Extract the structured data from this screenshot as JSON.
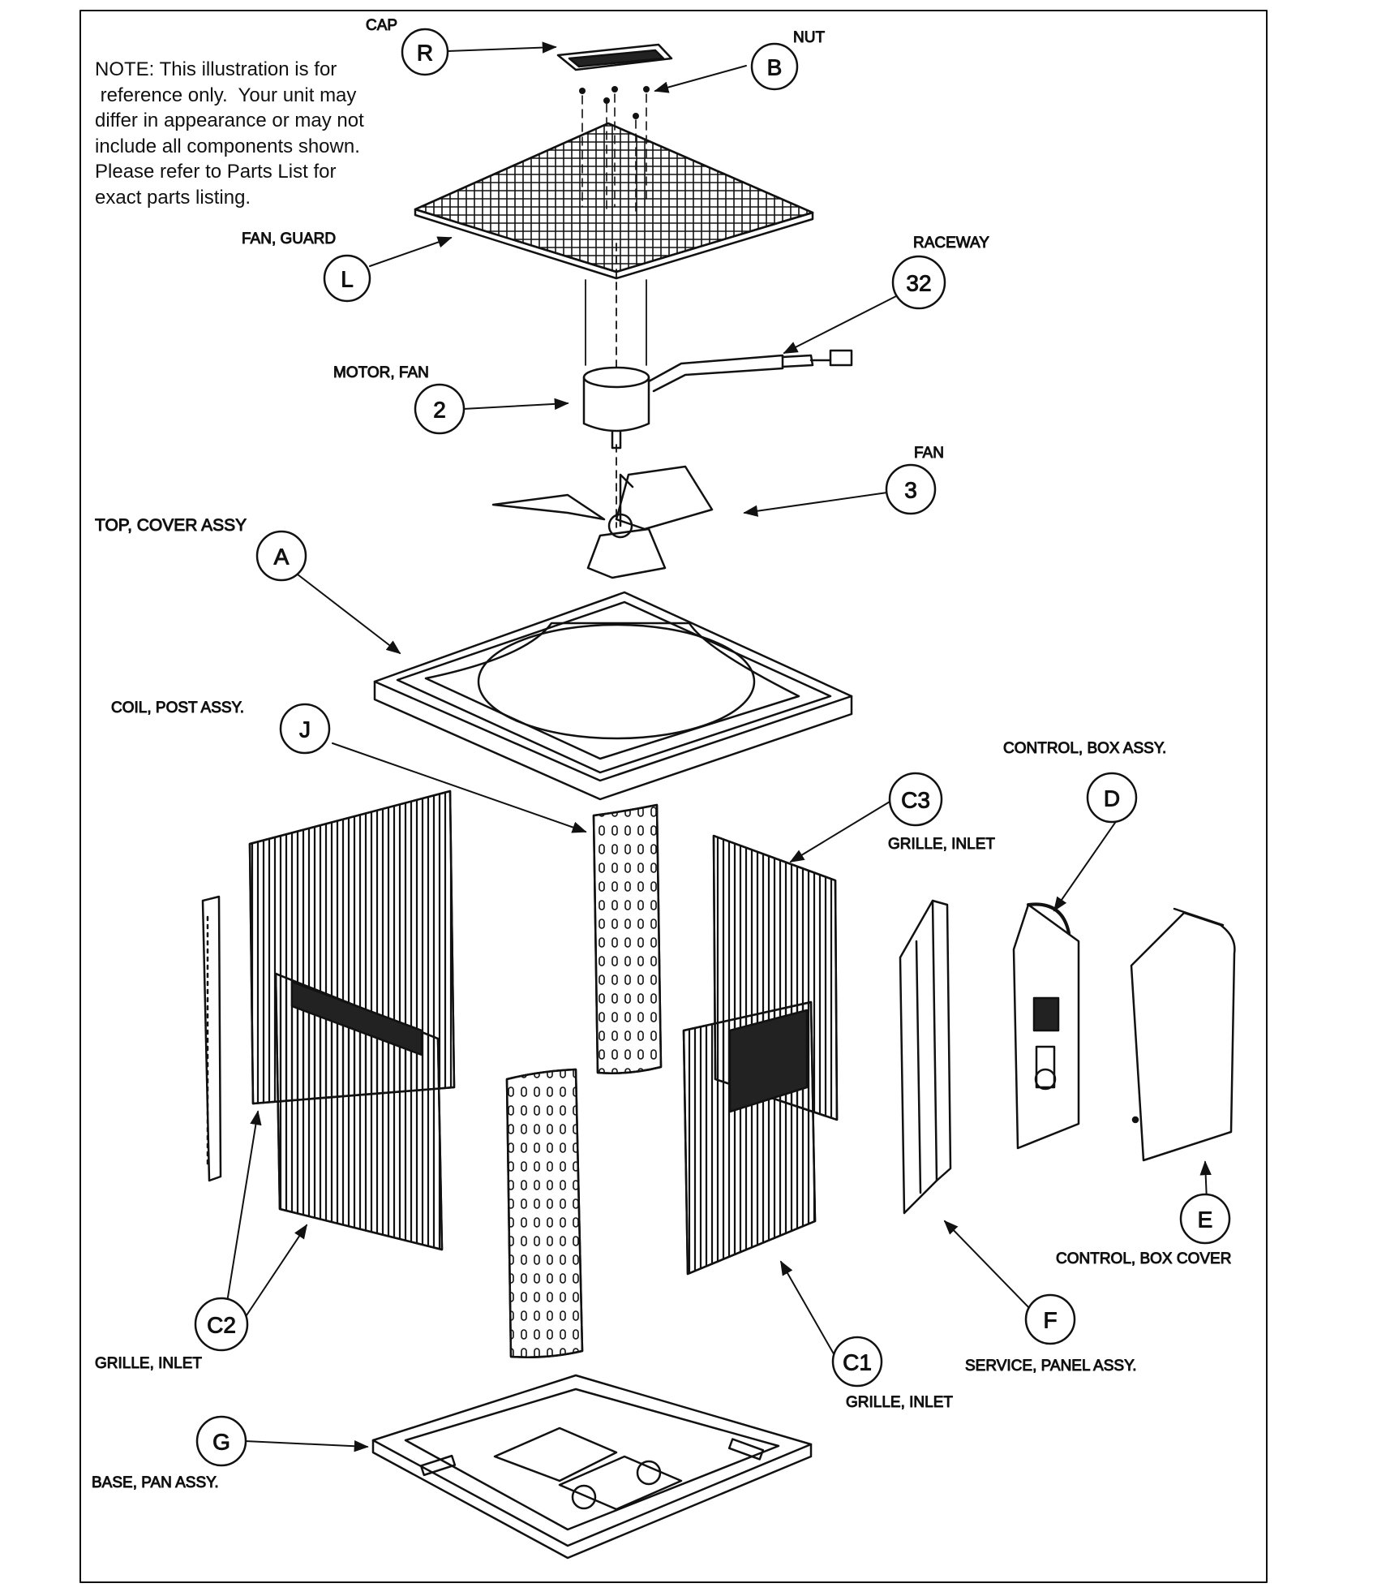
{
  "note": "NOTE: This illustration is for\n reference only.  Your unit may\ndiffer in appearance or may not\ninclude all components shown.\nPlease refer to Parts List for\nexact parts listing.",
  "callouts": {
    "R": "R",
    "B": "B",
    "L": "L",
    "n32": "32",
    "n2": "2",
    "n3": "3",
    "A": "A",
    "J": "J",
    "C3": "C3",
    "D": "D",
    "E": "E",
    "F": "F",
    "C1": "C1",
    "C2": "C2",
    "G": "G"
  },
  "labels": {
    "cap": "CAP",
    "nut": "NUT",
    "fan_guard": "FAN, GUARD",
    "raceway": "RACEWAY",
    "motor_fan": "MOTOR, FAN",
    "fan": "FAN",
    "top_cover": "TOP, COVER  ASSY",
    "coil_post": "COIL, POST ASSY.",
    "control_box": "CONTROL, BOX ASSY.",
    "grille_inlet_c3": "GRILLE, INLET",
    "control_box_cover": "CONTROL, BOX COVER",
    "grille_inlet_c2": "GRILLE, INLET",
    "service_panel": "SERVICE, PANEL ASSY.",
    "grille_inlet_c1": "GRILLE, INLET",
    "base_pan": "BASE, PAN ASSY."
  },
  "colors": {
    "line": "#111111",
    "background": "#ffffff"
  }
}
